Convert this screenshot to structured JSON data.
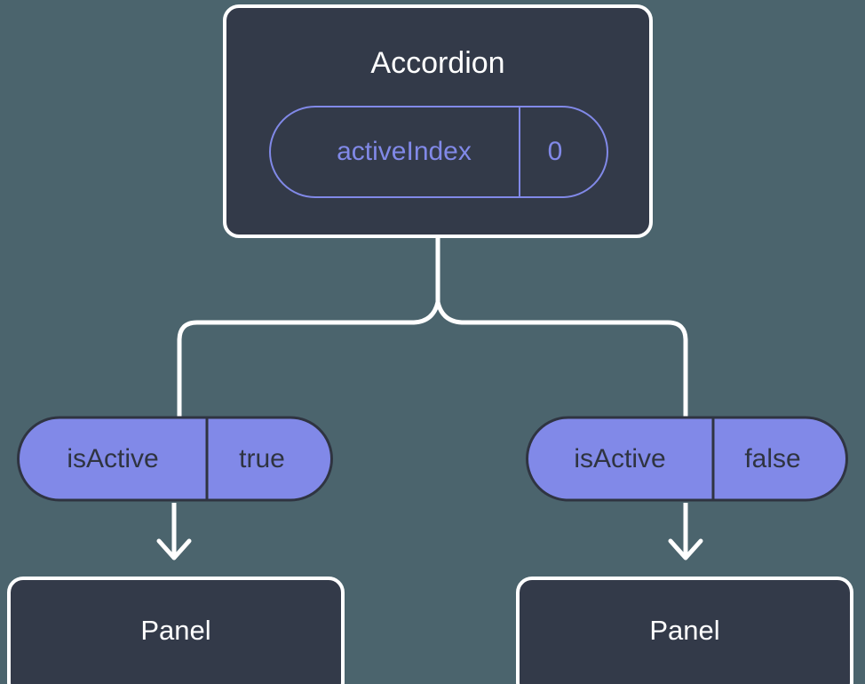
{
  "diagram": {
    "title_node": {
      "label": "Accordion",
      "state": {
        "key": "activeIndex",
        "value": "0"
      }
    },
    "branches": [
      {
        "prop": {
          "key": "isActive",
          "value": "true"
        },
        "child": {
          "label": "Panel"
        }
      },
      {
        "prop": {
          "key": "isActive",
          "value": "false"
        },
        "child": {
          "label": "Panel"
        }
      }
    ]
  },
  "colors": {
    "background": "#4b646d",
    "node_fill": "#333a49",
    "node_border": "#ffffff",
    "accent_purple": "#8189e8",
    "pill_text": "#2f3441",
    "connector": "#ffffff"
  }
}
